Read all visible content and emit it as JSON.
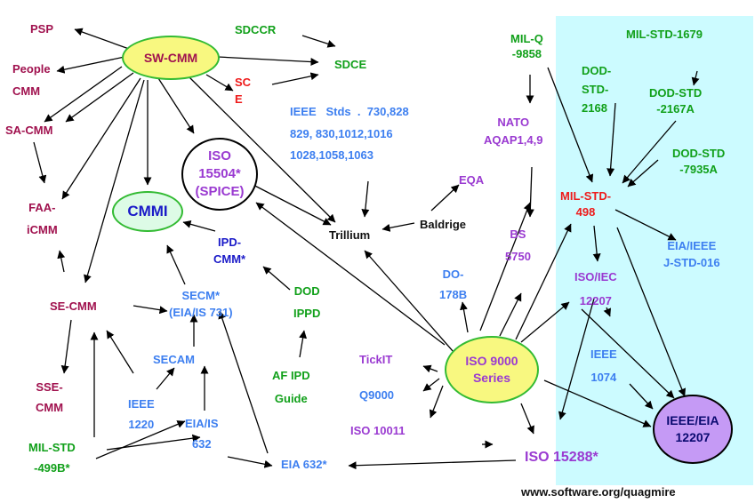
{
  "hubs": {
    "sw_cmm": "SW-CMM",
    "iso15504": "ISO\n15504*\n(SPICE)",
    "cmmi": "CMMI",
    "iso9000": "ISO 9000\nSeries",
    "ieee_eia_12207": "IEEE/EIA\n12207"
  },
  "nodes": {
    "psp": "PSP",
    "people_cmm": "People\nCMM",
    "sa_cmm": "SA-CMM",
    "faa_icmm": "FAA-\niCMM",
    "se_cmm": "SE-CMM",
    "sse_cmm": "SSE-\nCMM",
    "mil_std_499b": "MIL-STD\n-499B*",
    "sdccr": "SDCCR",
    "sdce": "SDCE",
    "sce": "SC\nE",
    "ieee_stds": "IEEE   Stds  .  730,828\n829, 830,1012,1016\n1028,1058,1063",
    "ipd_cmm": "IPD-\nCMM*",
    "secm": "SECM*\n(EIA/IS 731)",
    "dod_ippd": "DOD\nIPPD",
    "secam": "SECAM",
    "ieee_1220": "IEEE\n1220",
    "eia_is_632": "EIA/IS\n632",
    "af_ipd_guide": "AF IPD\nGuide",
    "eia_632": "EIA 632*",
    "trillium": "Trillium",
    "baldrige": "Baldrige",
    "eqa": "EQA",
    "mil_q_9858": "MIL-Q\n-9858",
    "nato_aqap": "NATO\nAQAP1,4,9",
    "bs_5750": "BS\n5750",
    "do_178b": "DO-\n178B",
    "tickit": "TickIT",
    "q9000": "Q9000",
    "iso_10011": "ISO 10011",
    "iso_15288": "ISO 15288*",
    "mil_std_1679": "MIL-STD-1679",
    "dod_std_2168": "DOD-\nSTD-\n2168",
    "dod_std_2167a": "DOD-STD\n-2167A",
    "dod_std_7935a": "DOD-STD\n-7935A",
    "mil_std_498": "MIL-STD-\n498",
    "eia_ieee_j016": "EIA/IEEE\nJ-STD-016",
    "iso_iec_12207": "ISO/IEC\n12207",
    "ieee_1074": "IEEE\n1074"
  },
  "footer": {
    "url": "www.software.org/quagmire"
  },
  "colors": {
    "panel": "#ccfbff",
    "hub_yellow": "#f8f880",
    "cmmi_fill": "#ddfbe6",
    "iso12207_fill": "#c59af5",
    "maroon": "#a0114e",
    "green": "#11a01a",
    "blue": "#3d7ff0",
    "purple": "#9a3ad1",
    "red": "#ee1a1a"
  }
}
